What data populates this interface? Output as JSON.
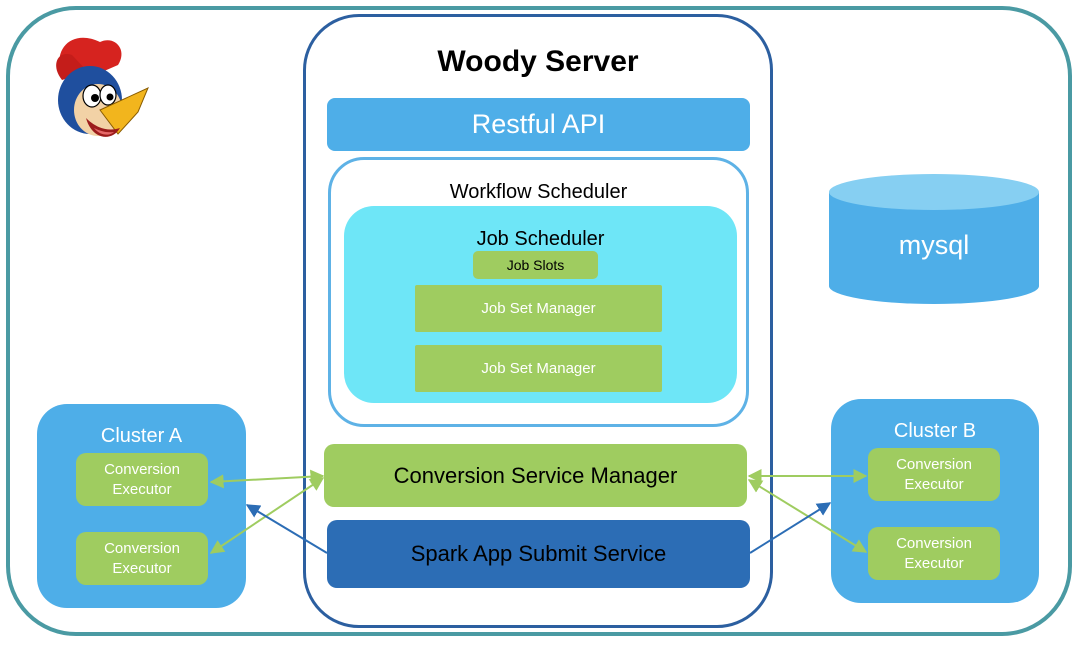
{
  "diagram": {
    "title": "Woody Server",
    "restful_api": "Restful API",
    "workflow_scheduler": "Workflow Scheduler",
    "job_scheduler": "Job Scheduler",
    "job_slots": "Job Slots",
    "job_set_managers": [
      "Job Set Manager",
      "Job Set Manager"
    ],
    "conversion_service_manager": "Conversion Service Manager",
    "spark_app_submit_service": "Spark App Submit Service",
    "database": "mysql",
    "clusters": [
      {
        "label": "Cluster A",
        "executors": [
          "Conversion\nExecutor",
          "Conversion\nExecutor"
        ]
      },
      {
        "label": "Cluster B",
        "executors": [
          "Conversion\nExecutor",
          "Conversion\nExecutor"
        ]
      }
    ],
    "colors": {
      "frame": "#4a9aa3",
      "server_border": "#2c5fa0",
      "light_blue": "#4eaee8",
      "cyan": "#6ee6f7",
      "green": "#9fcc60",
      "dark_blue": "#2c6db5",
      "arrow_blue": "#2c6db5"
    },
    "icons": [
      "woodpecker-mascot-icon",
      "database-cylinder-icon"
    ]
  }
}
